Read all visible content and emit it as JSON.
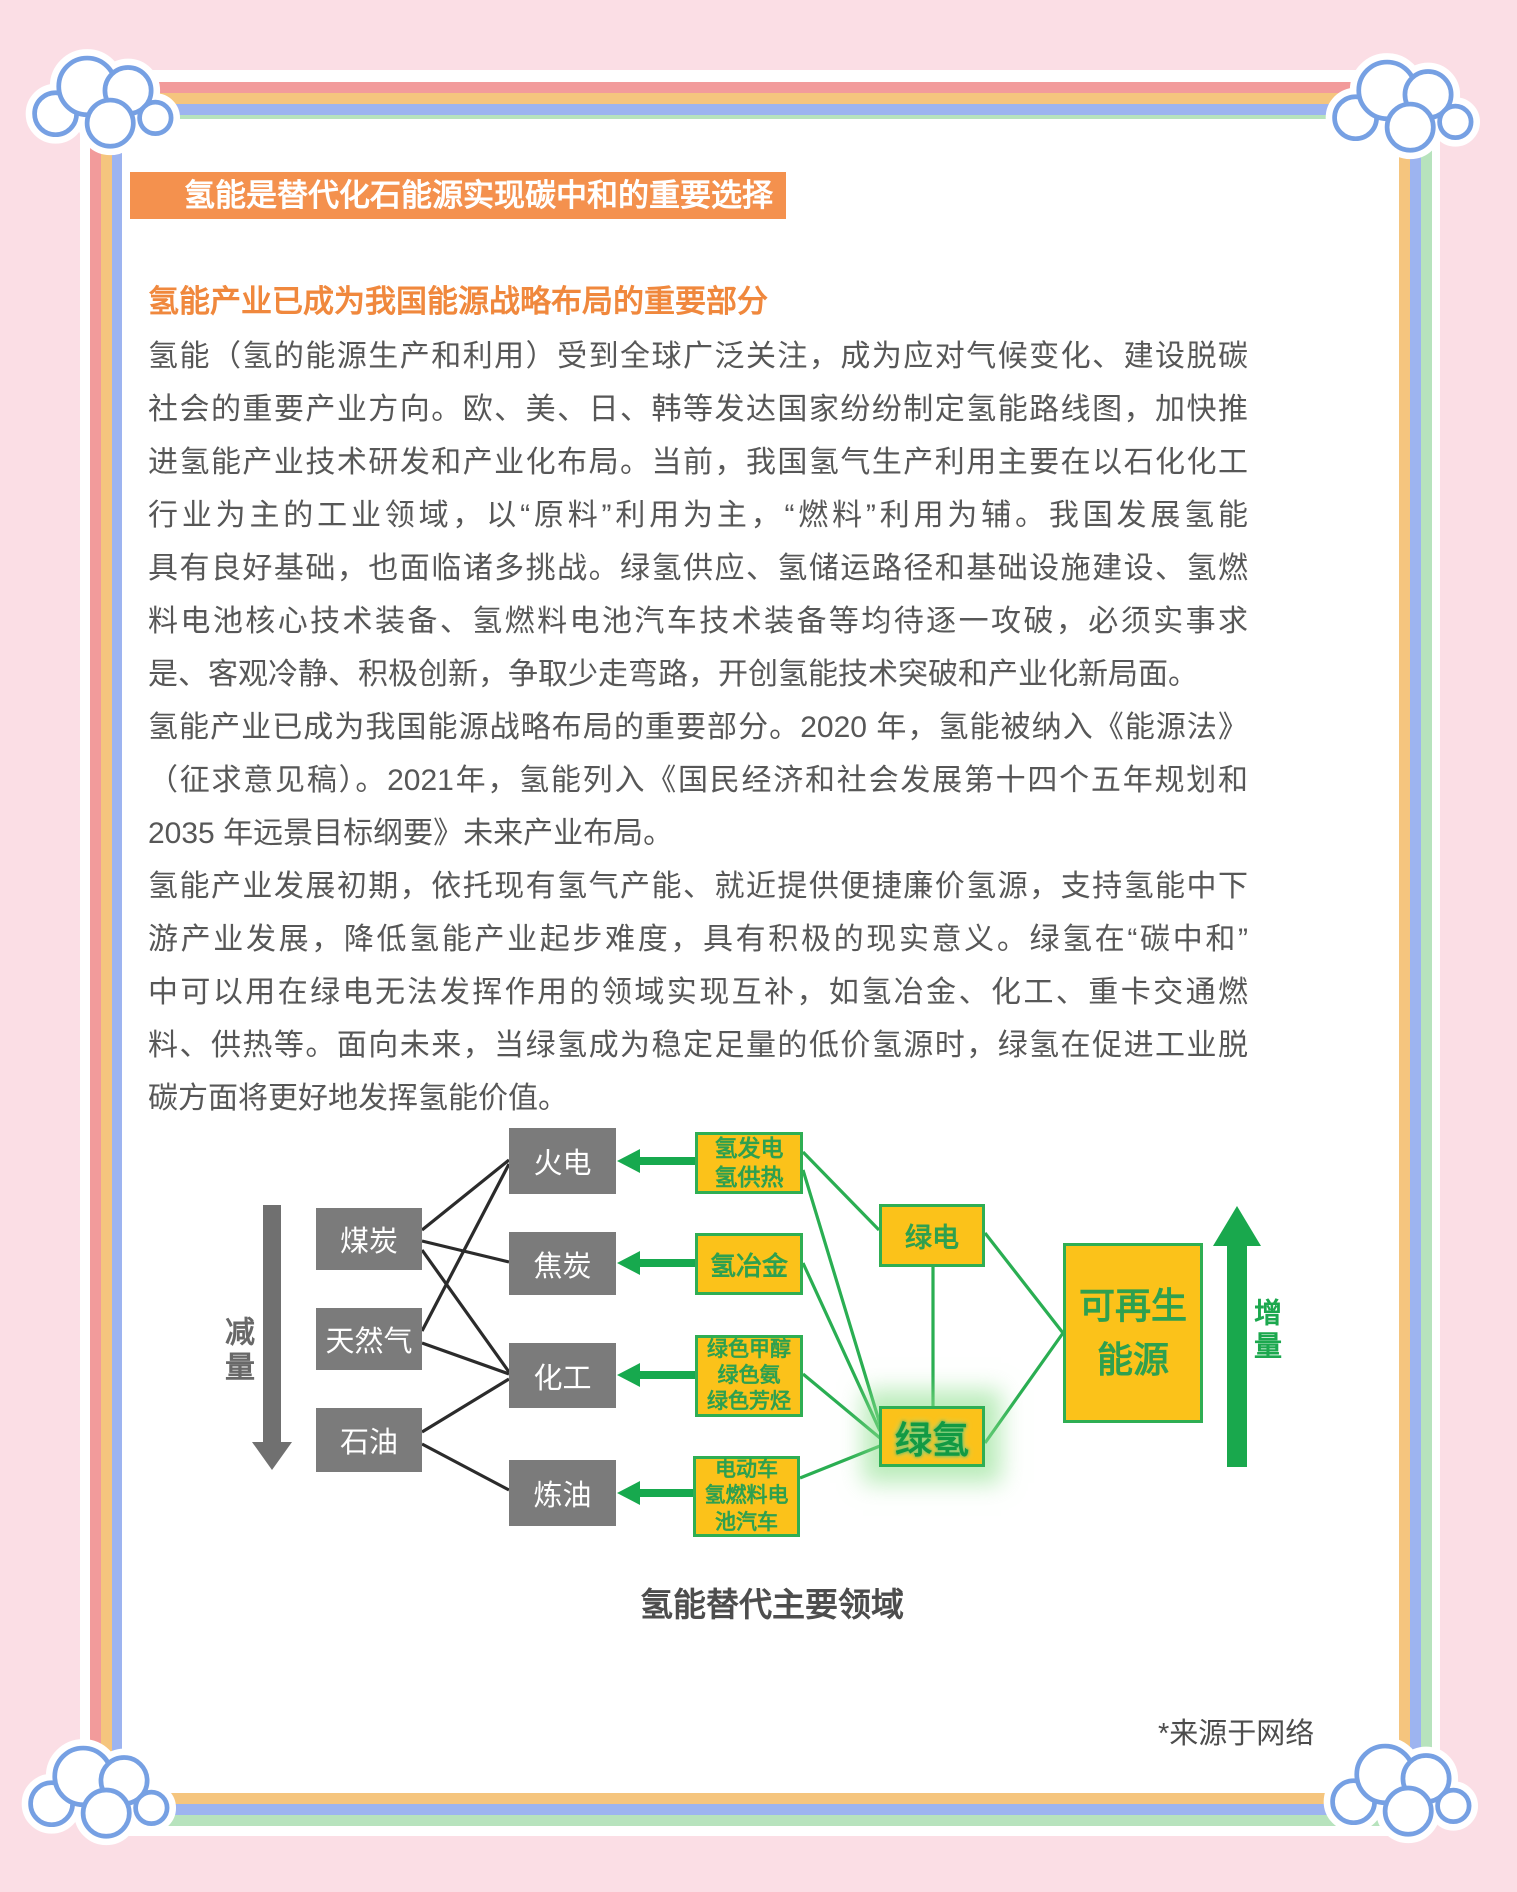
{
  "banner": {
    "title": "氢能是替代化石能源实现碳中和的重要选择"
  },
  "article": {
    "subtitle": "氢能产业已成为我国能源战略布局的重要部分",
    "lines": [
      "氢能（氢的能源生产和利用）受到全球广泛关注，成为应对气候变化、建设脱碳",
      "社会的重要产业方向。欧、美、日、韩等发达国家纷纷制定氢能路线图，加快推",
      "进氢能产业技术研发和产业化布局。当前，我国氢气生产利用主要在以石化化工",
      "行业为主的工业领域，以“原料”利用为主，“燃料”利用为辅。我国发展氢能",
      "具有良好基础，也面临诸多挑战。绿氢供应、氢储运路径和基础设施建设、氢燃",
      "料电池核心技术装备、氢燃料电池汽车技术装备等均待逐一攻破，必须实事求",
      "是、客观冷静、积极创新，争取少走弯路，开创氢能技术突破和产业化新局面。",
      "氢能产业已成为我国能源战略布局的重要部分。2020 年，氢能被纳入《能源法》",
      "（征求意见稿）。2021年，氢能列入《国民经济和社会发展第十四个五年规划和",
      "2035 年远景目标纲要》未来产业布局。",
      "氢能产业发展初期，依托现有氢气产能、就近提供便捷廉价氢源，支持氢能中下",
      "游产业发展，降低氢能产业起步难度，具有积极的现实意义。绿氢在“碳中和”",
      "中可以用在绿电无法发挥作用的领域实现互补，如氢冶金、化工、重卡交通燃",
      "料、供热等。面向未来，当绿氢成为稳定足量的低价氢源时，绿氢在促进工业脱",
      "碳方面将更好地发挥氢能价值。"
    ]
  },
  "diagram": {
    "decrease_label": "减量",
    "increase_label": "增量",
    "fossil_sources": [
      "煤炭",
      "天然气",
      "石油"
    ],
    "replaced_sectors": [
      "火电",
      "焦炭",
      "化工",
      "炼油"
    ],
    "hydrogen_routes": [
      "氢发电\n氢供热",
      "氢冶金",
      "绿色甲醇\n绿色氨\n绿色芳烃",
      "电动车\n氢燃料电\n池汽车"
    ],
    "green_power": "绿电",
    "green_hydrogen": "绿氢",
    "renewable_energy": "可再生\n能源",
    "caption": "氢能替代主要领域"
  },
  "footer": {
    "source_note": "*来源于网络"
  },
  "colors": {
    "accent_orange": "#F4914E",
    "yellow_box": "#FBC21A",
    "green_line": "#2FAE53",
    "gray_box": "#7B7B7B",
    "page_pink": "#FBDEE5"
  }
}
